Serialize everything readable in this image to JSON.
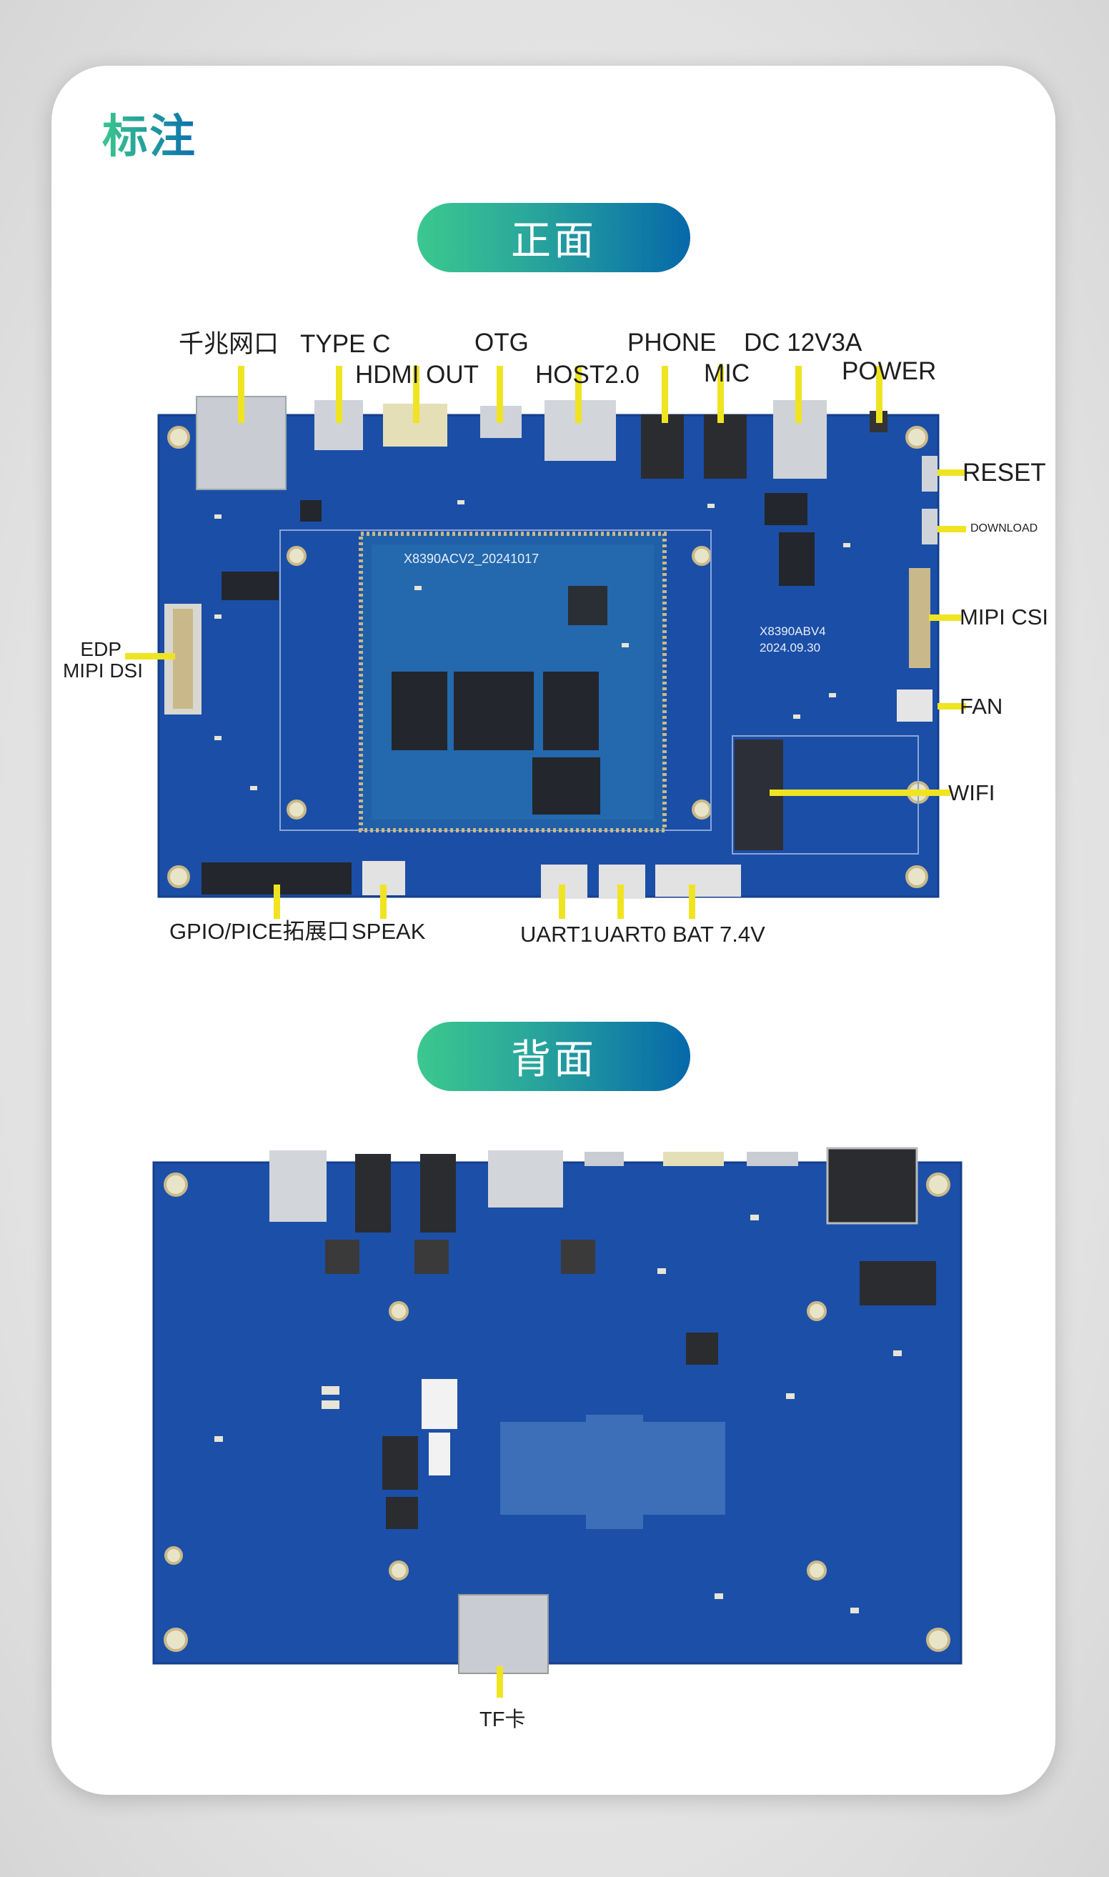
{
  "title": "标注",
  "front": {
    "heading": "正面",
    "board_silk": {
      "module": "X8390ACV2_20241017",
      "board_model": "X8390ABV4",
      "board_date": "2024.09.30"
    },
    "labels": {
      "ethernet": "千兆网口",
      "type_c": "TYPE C",
      "hdmi_out": "HDMI OUT",
      "otg": "OTG",
      "host": "HOST2.0",
      "phone": "PHONE",
      "mic": "MIC",
      "dc": "DC 12V3A",
      "power": "POWER",
      "reset": "RESET",
      "download": "DOWNLOAD",
      "mipi_csi": "MIPI CSI",
      "fan": "FAN",
      "wifi": "WIFI",
      "edp": "EDP",
      "mipi_dsi": "MIPI DSI",
      "gpio": "GPIO/PICE拓展口",
      "speak": "SPEAK",
      "uart1": "UART1",
      "uart0": "UART0",
      "bat": "BAT 7.4V"
    }
  },
  "back": {
    "heading": "背面",
    "labels": {
      "tf": "TF卡"
    }
  },
  "colors": {
    "board": "#1a4fa8",
    "callout": "#f0e422",
    "accent_start": "#3cc88e",
    "accent_end": "#0668aa"
  }
}
